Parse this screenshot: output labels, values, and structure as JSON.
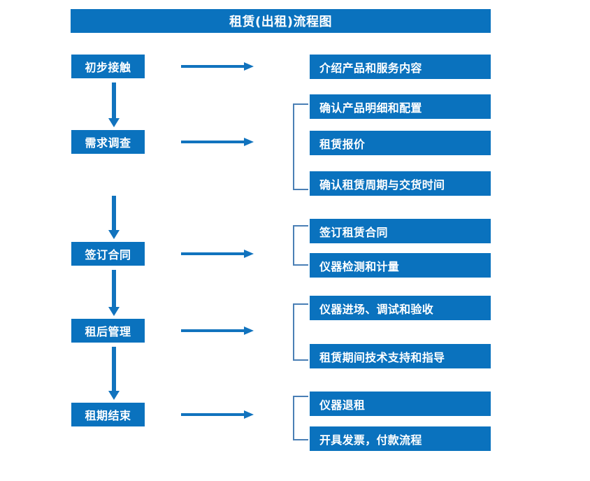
{
  "diagram": {
    "title": "租赁(出租)流程图",
    "accent_color": "#0a72be",
    "arrow_color": "#1173be",
    "bracket_color": "#4a7fb5",
    "text_color": "#ffffff",
    "background_color": "#ffffff"
  },
  "stages": [
    {
      "label": "初步接触"
    },
    {
      "label": "需求调查"
    },
    {
      "label": "签订合同"
    },
    {
      "label": "租后管理"
    },
    {
      "label": "租期结束"
    }
  ],
  "details": [
    {
      "label": "介绍产品和服务内容"
    },
    {
      "label": "确认产品明细和配置"
    },
    {
      "label": "租赁报价"
    },
    {
      "label": "确认租赁周期与交货时间"
    },
    {
      "label": "签订租赁合同"
    },
    {
      "label": "仪器检测和计量"
    },
    {
      "label": "仪器进场、调试和验收"
    },
    {
      "label": "租赁期间技术支持和指导"
    },
    {
      "label": "仪器退租"
    },
    {
      "label": "开具发票，付款流程"
    }
  ]
}
